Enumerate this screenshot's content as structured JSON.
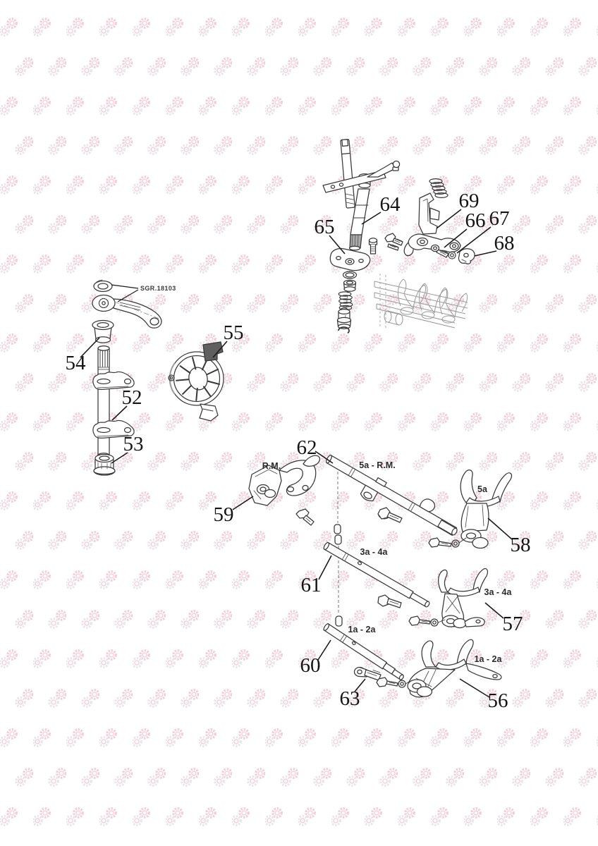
{
  "colors": {
    "background": "#ffffff",
    "line": "#383838",
    "ghost": "#9a9a9a",
    "watermark_pink": "#f3cdda",
    "watermark_gray": "#eae5eb"
  },
  "callouts": {
    "52": "52",
    "53": "53",
    "54": "54",
    "55": "55",
    "56": "56",
    "57": "57",
    "58": "58",
    "59": "59",
    "60": "60",
    "61": "61",
    "62": "62",
    "63": "63",
    "64": "64",
    "65": "65",
    "66": "66",
    "67": "67",
    "68": "68",
    "69": "69"
  },
  "labels": {
    "sgr": "SGR.18103",
    "rm": "R.M.",
    "rod_5a_rm": "5a - R.M.",
    "fork_5a": "5a",
    "rod_3a_4a": "3a - 4a",
    "fork_3a_4a": "3a - 4a",
    "rod_1a_2a": "1a - 2a",
    "fork_1a_2a": "1a - 2a"
  }
}
